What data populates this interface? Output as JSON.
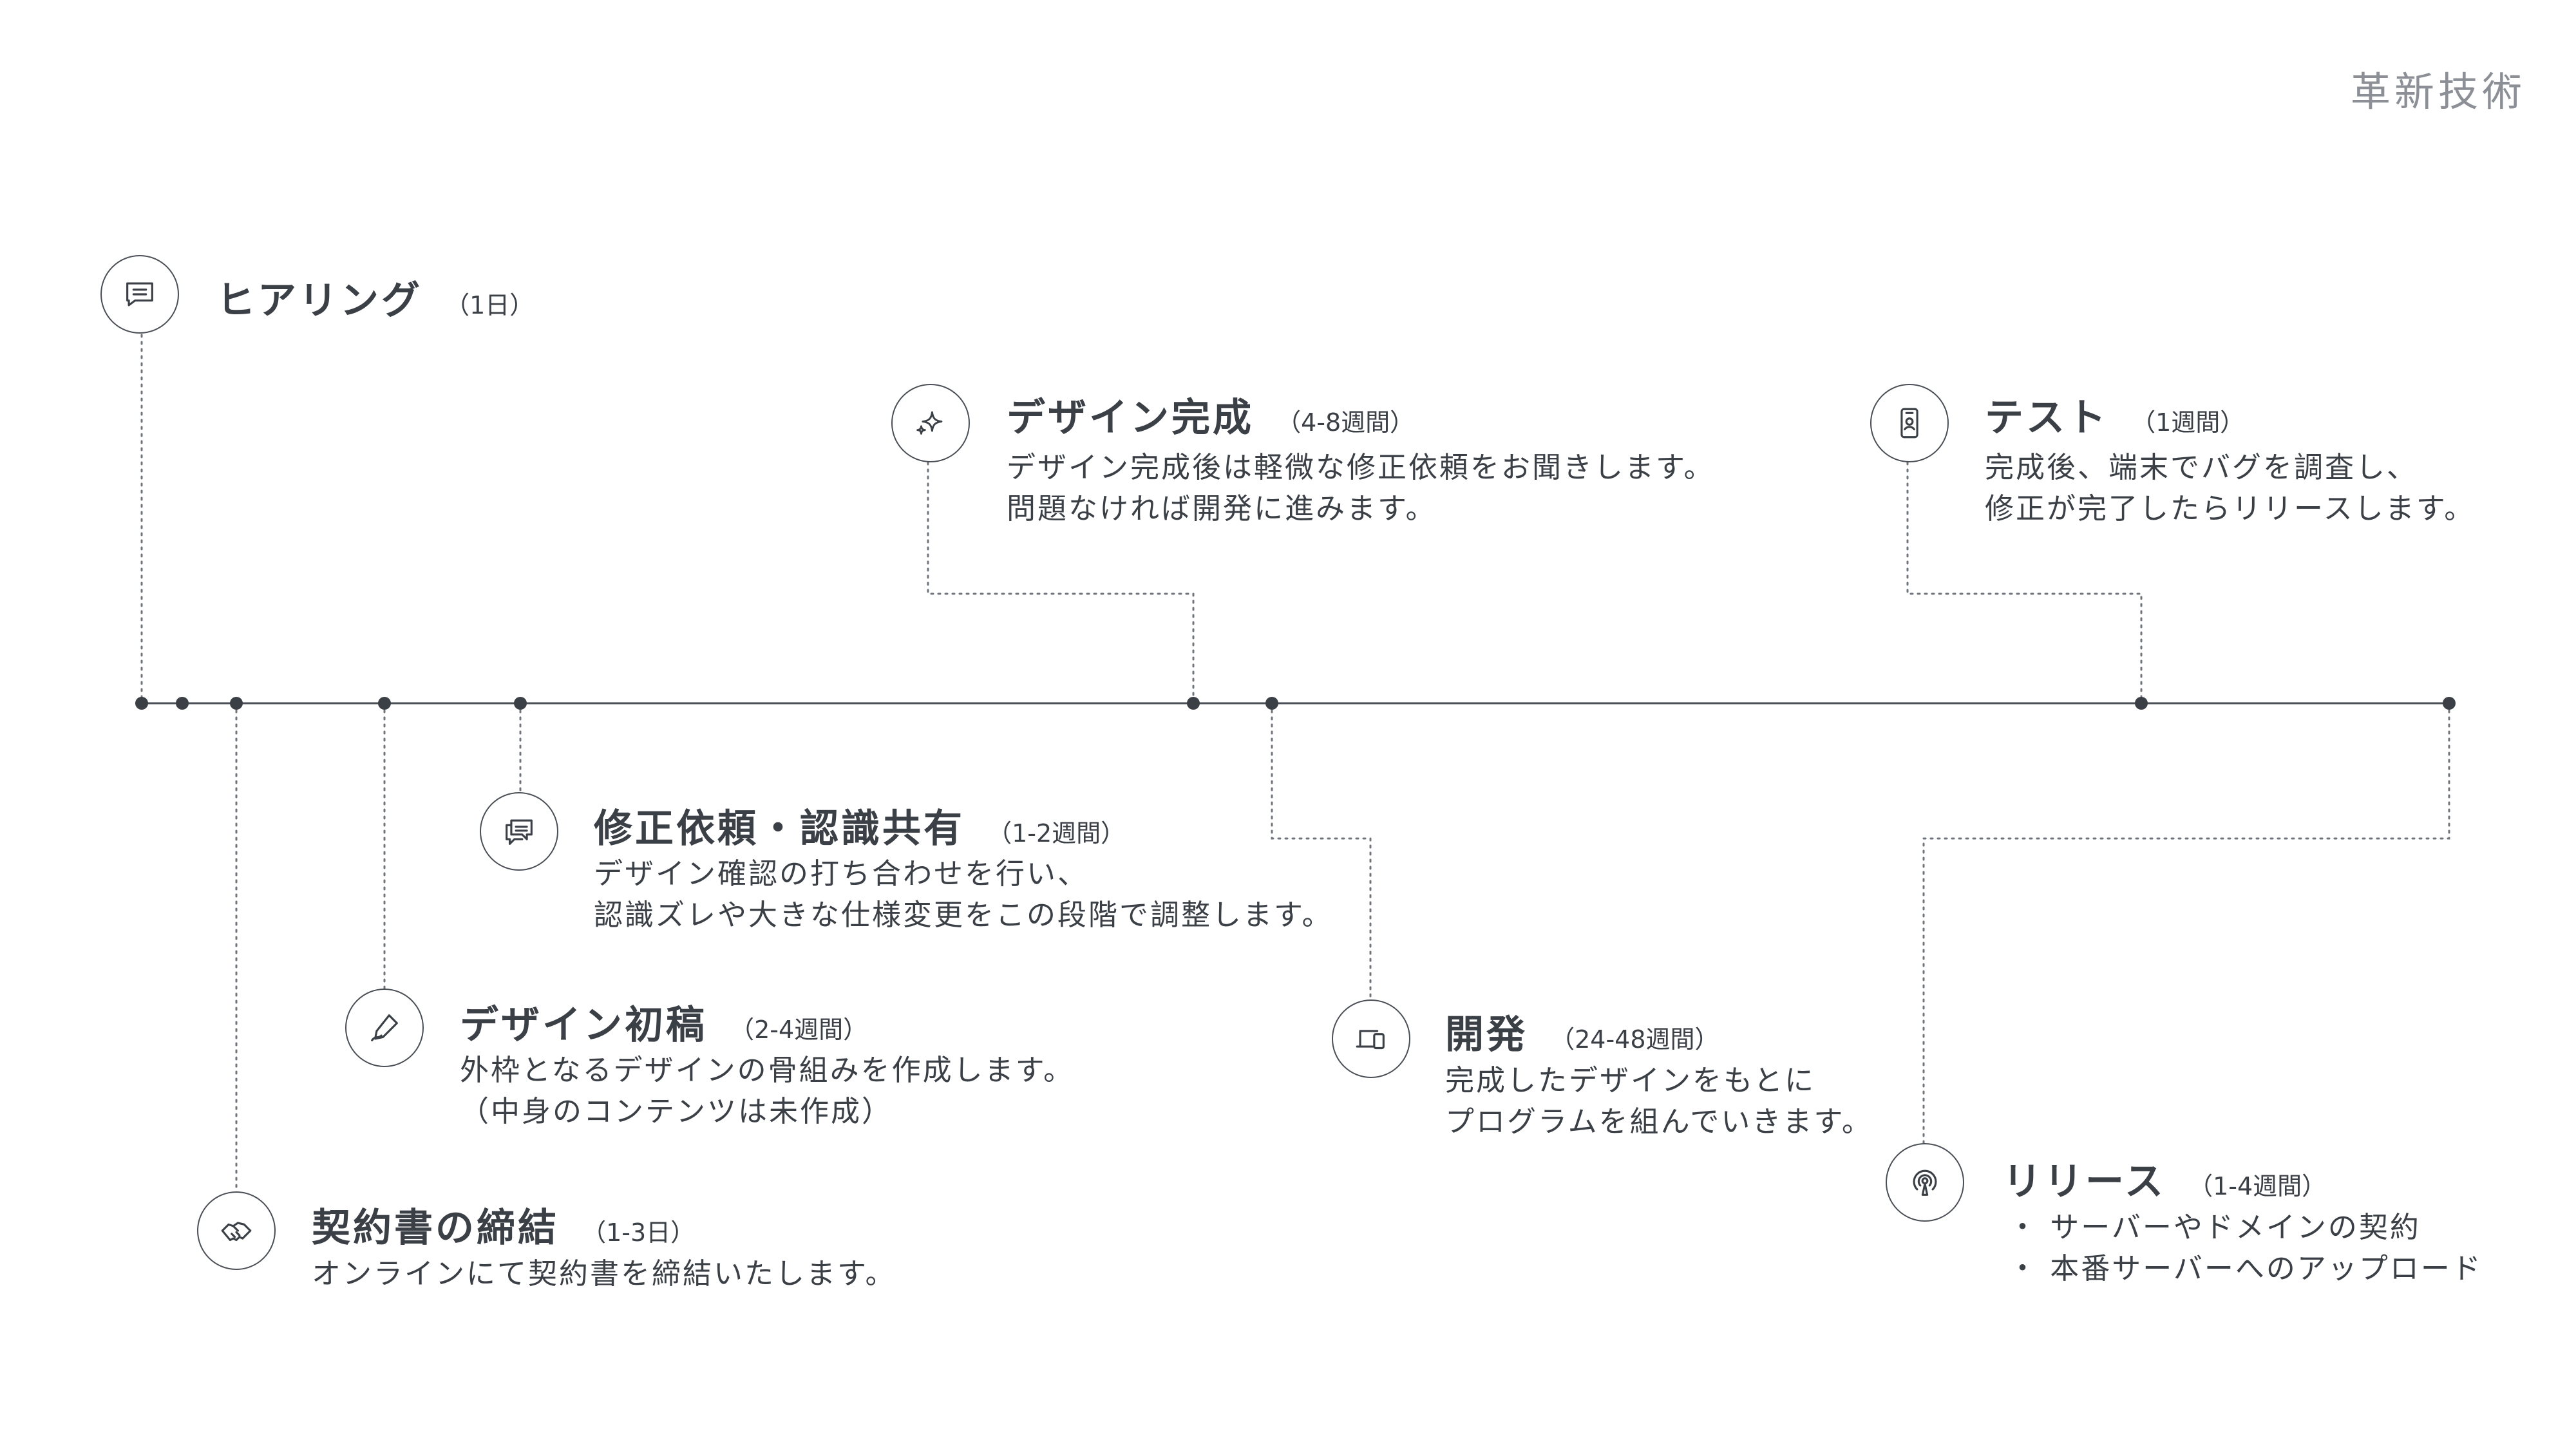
{
  "brand": {
    "logo_text": "革新技術"
  },
  "steps": [
    {
      "id": "hearing",
      "title": "ヒアリング",
      "duration": "（1日）",
      "description": [],
      "icon": "chat-message-icon"
    },
    {
      "id": "contract",
      "title": "契約書の締結",
      "duration": "（1-3日）",
      "description": [
        "オンラインにて契約書を締結いたします。"
      ],
      "icon": "handshake-icon"
    },
    {
      "id": "draft-design",
      "title": "デザイン初稿",
      "duration": "（2-4週間）",
      "description": [
        "外枠となるデザインの骨組みを作成します。",
        "（中身のコンテンツは未作成）"
      ],
      "icon": "pen-icon"
    },
    {
      "id": "revision",
      "title": "修正依頼・認識共有",
      "duration": "（1-2週間）",
      "description": [
        "デザイン確認の打ち合わせを行い、",
        "認識ズレや大きな仕様変更をこの段階で調整します。"
      ],
      "icon": "chat-bubbles-icon"
    },
    {
      "id": "design-complete",
      "title": "デザイン完成",
      "duration": "（4-8週間）",
      "description": [
        "デザイン完成後は軽微な修正依頼をお聞きします。",
        "問題なければ開発に進みます。"
      ],
      "icon": "sparkle-icon"
    },
    {
      "id": "development",
      "title": "開発",
      "duration": "（24-48週間）",
      "description": [
        "完成したデザインをもとに",
        "プログラムを組んでいきます。"
      ],
      "icon": "devices-icon"
    },
    {
      "id": "test",
      "title": "テスト",
      "duration": "（1週間）",
      "description": [
        "完成後、端末でバグを調査し、",
        "修正が完了したらリリースします。"
      ],
      "icon": "smartphone-icon"
    },
    {
      "id": "release",
      "title": "リリース",
      "duration": "（1-4週間）",
      "description": [
        "・ サーバーやドメインの契約",
        "・ 本番サーバーへのアップロード"
      ],
      "icon": "broadcast-icon"
    }
  ],
  "colors": {
    "text": "#3b3f46",
    "line": "#4a4e55",
    "brand": "#8c9096"
  }
}
